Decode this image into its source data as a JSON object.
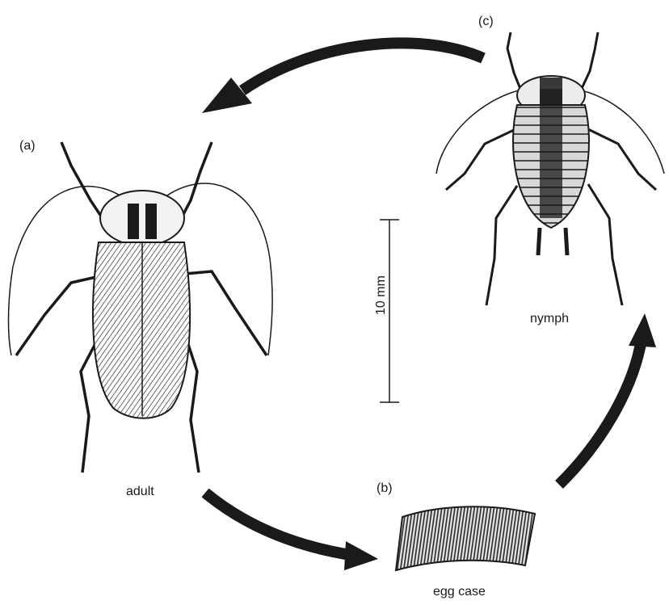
{
  "figure": {
    "stages": [
      {
        "id": "adult",
        "marker": "(a)",
        "name": "adult"
      },
      {
        "id": "egg_case",
        "marker": "(b)",
        "name": "egg case"
      },
      {
        "id": "nymph",
        "marker": "(c)",
        "name": "nymph"
      }
    ],
    "scale_bar": {
      "label": "10 mm"
    },
    "colors": {
      "ink": "#1a1a1a",
      "background": "#ffffff"
    }
  }
}
